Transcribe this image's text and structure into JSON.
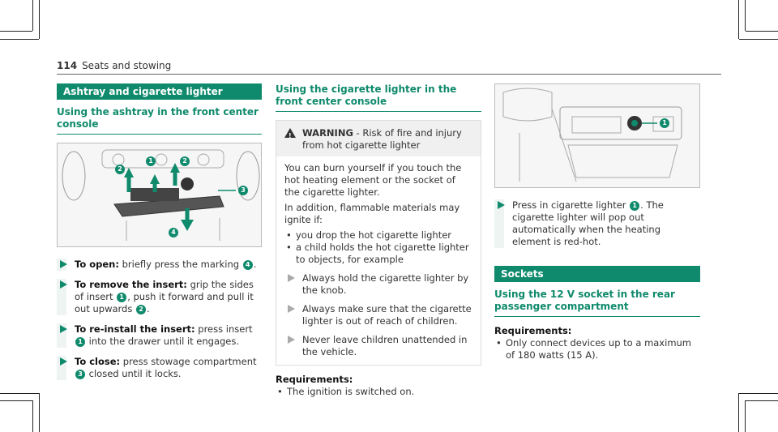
{
  "header": {
    "page_number": "114",
    "section": "Seats and stowing"
  },
  "col1": {
    "banner": "Ashtray and cigarette lighter",
    "subhead": "Using the ashtray in the front center console",
    "figure_callouts": [
      "2",
      "1",
      "2",
      "3",
      "4"
    ],
    "steps": [
      {
        "bold": "To open:",
        "text": "briefly press the marking",
        "badge": "4",
        "tail": "."
      },
      {
        "bold": "To remove the insert:",
        "text": "grip the sides of insert",
        "badge": "1",
        "tail": ", push it forward and pull it out upwards",
        "badge2": "2",
        "tail2": "."
      },
      {
        "bold": "To re-install the insert:",
        "text": "press insert",
        "badge": "1",
        "tail": "into the drawer until it engages."
      },
      {
        "bold": "To close:",
        "text": "press stowage compartment",
        "badge": "3",
        "tail": "closed until it locks."
      }
    ]
  },
  "col2": {
    "subhead": "Using the cigarette lighter in the front center console",
    "warning_label": "WARNING",
    "warning_title": "- Risk of fire and injury from hot cigarette lighter",
    "warning_p1": "You can burn yourself if you touch the hot heating element or the socket of the cigarette lighter.",
    "warning_p2": "In addition, flammable materials may ignite if:",
    "warning_bullets": [
      "you drop the hot cigarette lighter",
      "a child holds the hot cigarette lighter to objects, for example"
    ],
    "warning_steps": [
      "Always hold the cigarette lighter by the knob.",
      "Always make sure that the cigarette lighter is out of reach of children.",
      "Never leave children unattended in the vehicle."
    ],
    "req_label": "Requirements:",
    "req_items": [
      "The ignition is switched on."
    ]
  },
  "col3": {
    "figure_callouts": [
      "1"
    ],
    "step_text": "Press in cigarette lighter",
    "step_badge": "1",
    "step_tail": ". The cigarette lighter will pop out automatically when the heating element is red-hot.",
    "banner": "Sockets",
    "subhead": "Using the 12 V socket in the rear passenger compartment",
    "req_label": "Requirements:",
    "req_items": [
      "Only connect devices up to a maximum of 180 watts (15 A)."
    ]
  },
  "colors": {
    "accent": "#0f8a6c"
  }
}
